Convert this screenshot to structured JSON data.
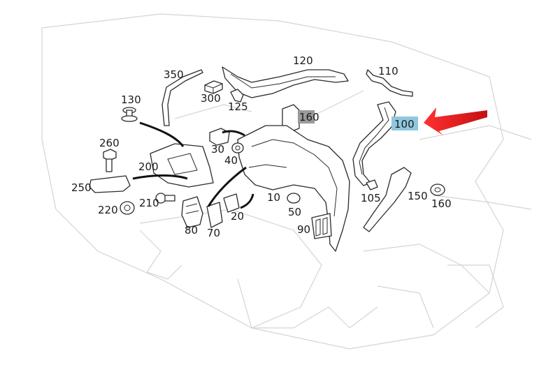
{
  "callouts": [
    {
      "id": "350",
      "text": "350"
    },
    {
      "id": "120",
      "text": "120"
    },
    {
      "id": "110",
      "text": "110"
    },
    {
      "id": "300",
      "text": "300"
    },
    {
      "id": "125",
      "text": "125"
    },
    {
      "id": "130",
      "text": "130"
    },
    {
      "id": "160a",
      "text": "160"
    },
    {
      "id": "100",
      "text": "100"
    },
    {
      "id": "260",
      "text": "260"
    },
    {
      "id": "30",
      "text": "30"
    },
    {
      "id": "40",
      "text": "40"
    },
    {
      "id": "200",
      "text": "200"
    },
    {
      "id": "250",
      "text": "250"
    },
    {
      "id": "210",
      "text": "210"
    },
    {
      "id": "220",
      "text": "220"
    },
    {
      "id": "10",
      "text": "10"
    },
    {
      "id": "50",
      "text": "50"
    },
    {
      "id": "20",
      "text": "20"
    },
    {
      "id": "80",
      "text": "80"
    },
    {
      "id": "70",
      "text": "70"
    },
    {
      "id": "90",
      "text": "90"
    },
    {
      "id": "105",
      "text": "105"
    },
    {
      "id": "150",
      "text": "150"
    },
    {
      "id": "160b",
      "text": "160"
    }
  ],
  "highlight": {
    "part_number": "100",
    "badge_color": "#8fc7df",
    "grey_badge_color": "#9a9a9a"
  },
  "pointer": {
    "color": "#e02020",
    "target": "100"
  }
}
